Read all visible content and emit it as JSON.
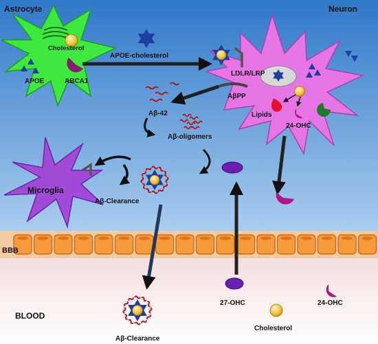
{
  "labels": {
    "astrocyte": "Astrocyte",
    "neuron": "Neuron",
    "microglia": "Microglia",
    "cholesterol_astro": "Cholesterol",
    "apoe": "APOE",
    "abca1": "ABCA1",
    "apoe_cholesterol": "APOE-cholesterol",
    "ldlr_lrp": "LDLR/LRP",
    "abpp": "AβPP",
    "lipids": "Lipids",
    "ohc24_neuron": "24-OHC",
    "ab42": "Aβ-42",
    "ab_oligomers": "Aβ-oligomers",
    "ab_clearance_brain": "Aβ-Clearance",
    "bbb": "BBB",
    "blood": "BLOOD",
    "ab_clearance_blood": "Aβ-Clearance",
    "ohc27_blood": "27-OHC",
    "cholesterol_blood": "Cholesterol",
    "ohc24_blood": "24-OHC"
  },
  "colors": {
    "brain_top": "#2f78c8",
    "brain_bottom": "#a9cdee",
    "barrier_fill": "#f59a3a",
    "barrier_stroke": "#c0651a",
    "blood_top": "#f3dede",
    "blood_bottom": "#ffffff",
    "astrocyte": "#3ee83e",
    "neuron": "#e676e6",
    "microglia": "#a14bd8",
    "apoe_star": "#1f3fa0",
    "cholesterol": "#f5c542",
    "abca1": "#8a1b73",
    "ohc24": "#b2148c",
    "ohc27": "#6b1fb0",
    "amyloid": "#b01818",
    "lipid_drop": "#e8102c",
    "arrow": "#111111"
  }
}
